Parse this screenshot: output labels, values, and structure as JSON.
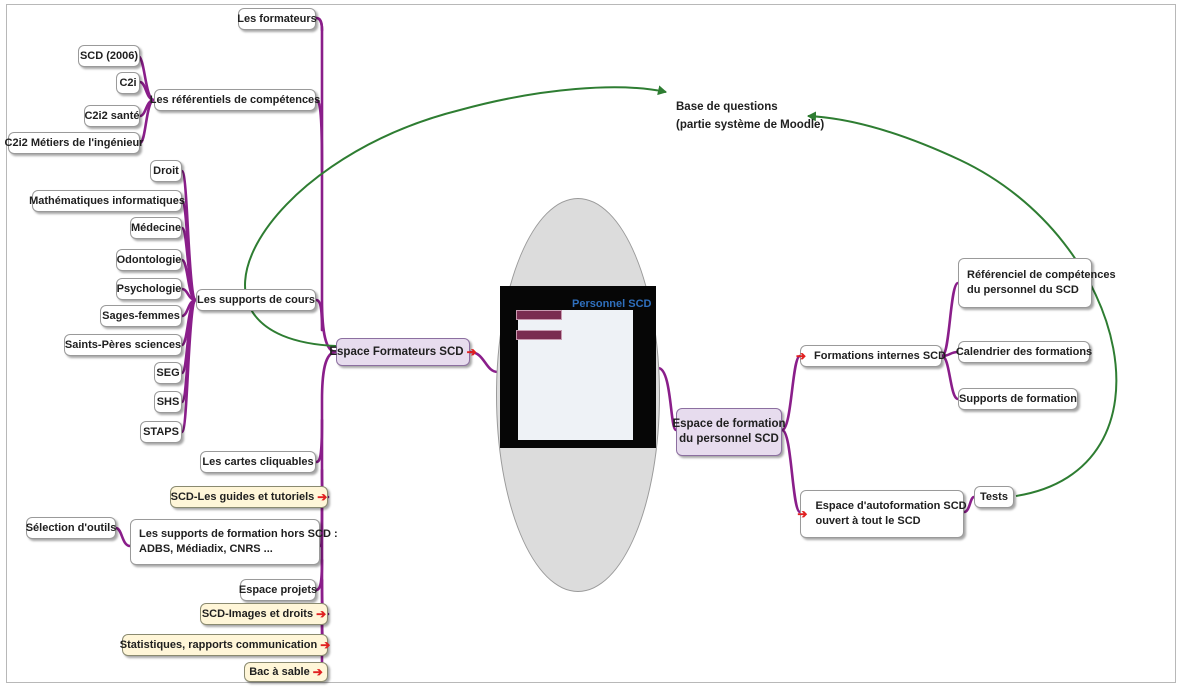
{
  "center": {
    "image_title": "Personnel SCD",
    "image_buttons": [
      "",
      ""
    ]
  },
  "main_left": {
    "label": "Espace Formateurs SCD",
    "arrow": "➔"
  },
  "main_right": {
    "line1": "Espace de formation",
    "line2": "du personnel SCD"
  },
  "question_base": {
    "line1": "Base de questions",
    "line2": "(partie système de Moodle)"
  },
  "left_branches": {
    "formateurs": "Les formateurs",
    "referentiels": {
      "label": "Les référentiels de compétences",
      "children": [
        "SCD (2006)",
        "C2i",
        "C2i2 santé",
        "C2i2 Métiers de l'ingénieur"
      ]
    },
    "supports_cours": {
      "label": "Les supports de cours",
      "children": [
        "Droit",
        "Mathématiques informatiques",
        "Médecine",
        "Odontologie",
        "Psychologie",
        "Sages-femmes",
        "Saints-Pères sciences",
        "SEG",
        "SHS",
        "STAPS"
      ]
    },
    "cartes": "Les cartes cliquables",
    "guides": {
      "label": "SCD-Les guides et tutoriels",
      "arrow": "➔"
    },
    "supports_hors": {
      "line1": "Les supports de formation hors SCD :",
      "line2": "ADBS, Médiadix, CNRS ..."
    },
    "selection_outils": "Sélection d'outils",
    "espace_projets": "Espace projets",
    "images_droits": {
      "label": "SCD-Images et droits",
      "arrow": "➔"
    },
    "statistiques": {
      "label": "Statistiques, rapports communication",
      "arrow": "➔"
    },
    "bac_sable": {
      "label": "Bac à sable",
      "arrow": "➔"
    }
  },
  "right_branches": {
    "formations_internes": {
      "label": "Formations internes SCD",
      "arrow": "➔"
    },
    "referentiel_personnel": {
      "line1": "Référenciel de compétences",
      "line2": "du personnel du SCD"
    },
    "calendrier": "Calendrier des formations",
    "supports_formation": "Supports de formation",
    "autoformation": {
      "line1": "Espace d'autoformation SCD",
      "line2": "ouvert à tout le SCD",
      "arrow": "➔"
    },
    "tests": "Tests"
  },
  "colors": {
    "connector": "#8a1e8a",
    "relation": "#2e7d32",
    "arrow_icon": "#e02020",
    "main_node": "#e7dcee",
    "highlight_node": "#fff6d8"
  }
}
